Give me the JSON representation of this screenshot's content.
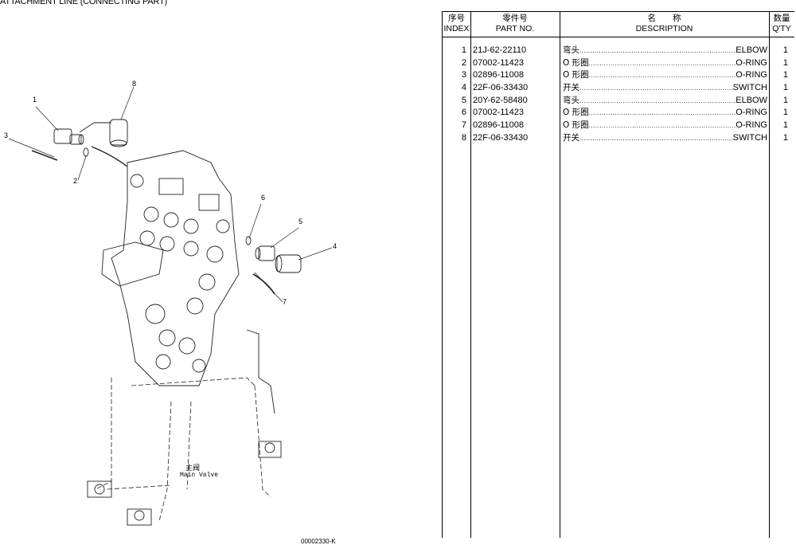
{
  "page_title": "ATTACHMENT LINE (CONNECTING PART)",
  "drawing": {
    "callouts": [
      "1",
      "2",
      "3",
      "4",
      "5",
      "6",
      "7",
      "8"
    ],
    "main_valve_cn": "主阀",
    "main_valve_en": "Main Valve",
    "drawing_id": "00002330-K"
  },
  "table": {
    "headers": {
      "index_cn": "序号",
      "index_en": "INDEX",
      "part_cn": "零件号",
      "part_en": "PART NO.",
      "desc_cn": "名　　称",
      "desc_en": "DESCRIPTION",
      "qty_cn": "数量",
      "qty_en": "Q'TY"
    },
    "rows": [
      {
        "index": "1",
        "part_no": "21J-62-22110",
        "desc_cn": "弯头",
        "desc_en": "ELBOW",
        "qty": "1"
      },
      {
        "index": "2",
        "part_no": "07002-11423",
        "desc_cn": "O 形圈",
        "desc_en": "O-RING",
        "qty": "1"
      },
      {
        "index": "3",
        "part_no": "02896-11008",
        "desc_cn": "O 形圈",
        "desc_en": "O-RING",
        "qty": "1"
      },
      {
        "index": "4",
        "part_no": "22F-06-33430",
        "desc_cn": "开关",
        "desc_en": "SWITCH",
        "qty": "1"
      },
      {
        "index": "5",
        "part_no": "20Y-62-58480",
        "desc_cn": "弯头",
        "desc_en": "ELBOW",
        "qty": "1"
      },
      {
        "index": "6",
        "part_no": "07002-11423",
        "desc_cn": "O 形圈",
        "desc_en": "O-RING",
        "qty": "1"
      },
      {
        "index": "7",
        "part_no": "02896-11008",
        "desc_cn": "O 形圈",
        "desc_en": "O-RING",
        "qty": "1"
      },
      {
        "index": "8",
        "part_no": "22F-06-33430",
        "desc_cn": "开关",
        "desc_en": "SWITCH",
        "qty": "1"
      }
    ]
  }
}
